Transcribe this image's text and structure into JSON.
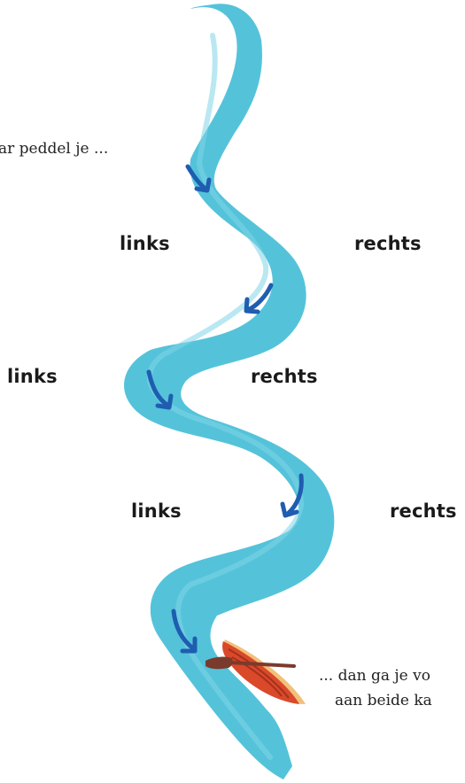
{
  "text": {
    "intro": "ar peddel je ...",
    "outro_line1": "... dan ga je vo",
    "outro_line2": "aan beide ka"
  },
  "labels": {
    "l1": "links",
    "r1": "rechts",
    "l2": "links",
    "r2": "rechts",
    "l3": "links",
    "r3": "rechts"
  },
  "icons": {
    "arrow": "curved-arrow-icon",
    "boat": "rowing-boat-icon",
    "paddle": "paddle-icon"
  },
  "colors": {
    "river": "#54c3da",
    "river_light": "#7fd6e8",
    "arrow": "#1f5db0",
    "boat": "#d9492a",
    "boat_inner": "#f2c07a",
    "paddle": "#7a3b2c"
  }
}
